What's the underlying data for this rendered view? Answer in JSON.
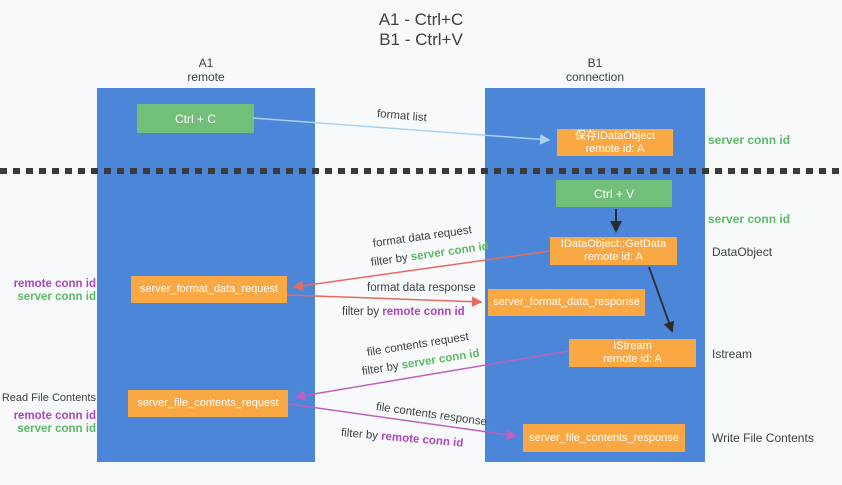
{
  "title": {
    "line1": "A1 - Ctrl+C",
    "line2": "B1 - Ctrl+V"
  },
  "lanes": {
    "left": {
      "name": "A1",
      "role": "remote"
    },
    "right": {
      "name": "B1",
      "role": "connection"
    }
  },
  "boxes": {
    "ctrl_c": {
      "label": "Ctrl + C"
    },
    "ctrl_v": {
      "label": "Ctrl + V"
    },
    "save_dataobject": {
      "line1": "保存IDataObject",
      "line2": "remote id: A"
    },
    "getdata": {
      "line1": "IDataObject::GetData",
      "line2": "remote id: A"
    },
    "istream": {
      "line1": "IStream",
      "line2": "remote id: A"
    },
    "format_request": {
      "label": "server_format_data_request"
    },
    "format_response": {
      "label": "server_format_data_response"
    },
    "file_request": {
      "label": "server_file_contents_request"
    },
    "file_response": {
      "label": "server_file_contents_response"
    }
  },
  "right_labels": {
    "server_conn_id_top": "server conn id",
    "server_conn_id_mid": "server conn id",
    "dataobject": "DataObject",
    "istream": "Istream",
    "write_file_contents": "Write File Contents"
  },
  "left_labels": {
    "format_group": {
      "remote_conn_id": "remote conn id",
      "server_conn_id": "server conn id"
    },
    "file_group": {
      "title": "Read File Contents",
      "remote_conn_id": "remote conn id",
      "server_conn_id": "server conn id"
    }
  },
  "arrows": {
    "format_list": {
      "label": "format list"
    },
    "format_data_request": {
      "label": "format data request",
      "filter_prefix": "filter by ",
      "filter_key": "server conn id"
    },
    "format_data_response": {
      "label": "format data response",
      "filter_prefix": "filter by ",
      "filter_key": "remote conn id"
    },
    "file_contents_request": {
      "label": "file contents request",
      "filter_prefix": "filter by ",
      "filter_key": "server conn id"
    },
    "file_contents_response": {
      "label": "file contents response",
      "filter_prefix": "filter by ",
      "filter_key": "remote conn id"
    }
  },
  "colors": {
    "lane_blue": "#4b86d9",
    "box_green": "#71bf79",
    "box_orange": "#f9a843",
    "green_text": "#5bbb64",
    "purple_text": "#ab47bc",
    "red_arrow": "#e8695e",
    "magenta_arrow": "#bf5fc0",
    "light_blue_arrow": "#a9d2f3",
    "black_arrow": "#2b2b2b",
    "background": "#f8f9fa"
  }
}
